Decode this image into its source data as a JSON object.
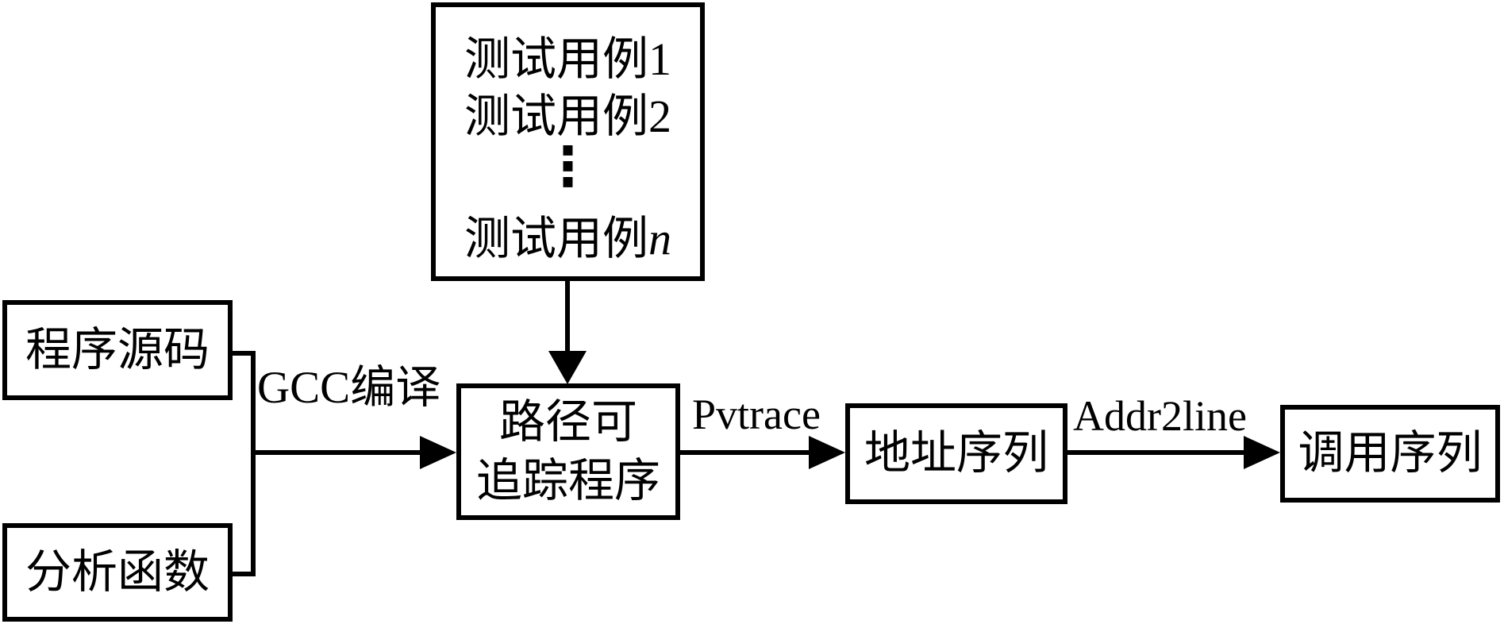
{
  "diagram": {
    "nodes": {
      "test_cases": {
        "line1": "测试用例1",
        "line2": "测试用例2",
        "ellipsis": "⋮",
        "line_n_prefix": "测试用例",
        "line_n_var": "n"
      },
      "source": {
        "label": "程序源码"
      },
      "analysis": {
        "label": "分析函数"
      },
      "tracer": {
        "line1": "路径可",
        "line2": "追踪程序"
      },
      "address": {
        "label": "地址序列"
      },
      "call": {
        "label": "调用序列"
      }
    },
    "edge_labels": {
      "gcc": "GCC编译",
      "pvtrace": "Pvtrace",
      "addr2line": "Addr2line"
    },
    "colors": {
      "stroke": "#000000",
      "background": "#ffffff",
      "box_fill": "#ffffff"
    }
  }
}
